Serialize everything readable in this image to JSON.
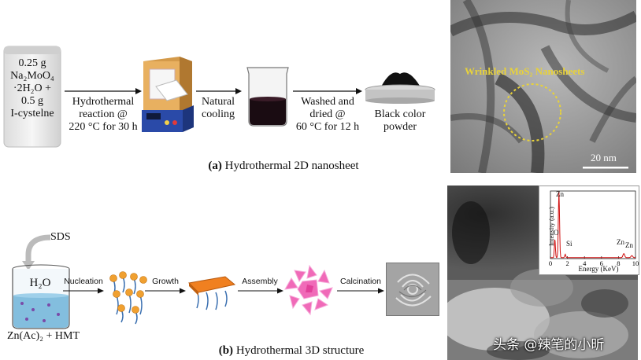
{
  "panel_a": {
    "label": "(a)",
    "caption": "Hydrothermal 2D nanosheet",
    "reagents_line1": "0.25 g",
    "reagents_line2": "Na₂MoO₄",
    "reagents_line3": "·2H₂O +",
    "reagents_line4": "0.5 g",
    "reagents_line5": "I-cystelne",
    "step1_line1": "Hydrothermal",
    "step1_line2": "reaction @",
    "step1_line3": "220 °C for 30 h",
    "step2_line1": "Natural",
    "step2_line2": "cooling",
    "step3_line1": "Washed and",
    "step3_line2": "dried @",
    "step3_line3": "60 °C for 12 h",
    "product_line1": "Black color",
    "product_line2": "powder",
    "tem_label": "Wrinkled MoS₂ Nanosheets",
    "scale_bar": "20 nm"
  },
  "panel_b": {
    "label": "(b)",
    "caption": "Hydrothermal 3D structure",
    "sds": "SDS",
    "water": "H₂O",
    "reagents": "Zn(Ac)₂ + HMT",
    "step_nucleation": "Nucleation",
    "step_growth": "Growth",
    "step_assembly": "Assembly",
    "step_calcination": "Calcination"
  },
  "eds_inset": {
    "ylabel": "Intensity (a.u.)",
    "xlabel": "Energy (KeV)",
    "x_ticks": [
      "0",
      "2",
      "4",
      "6",
      "8",
      "10"
    ],
    "peak_labels": [
      "Zn",
      "O",
      "Si",
      "Zn",
      "Zn"
    ]
  },
  "watermark": "头条 @辣笔的小昕",
  "colors": {
    "eds_line": "#d01010",
    "tem_label": "#e8d23a",
    "liquid_dark": "#1a0c12",
    "liquid_blue": "#6fb4d8",
    "sphere": "#f0a030",
    "sheet": "#f08020",
    "flower": "#f06ab8"
  }
}
